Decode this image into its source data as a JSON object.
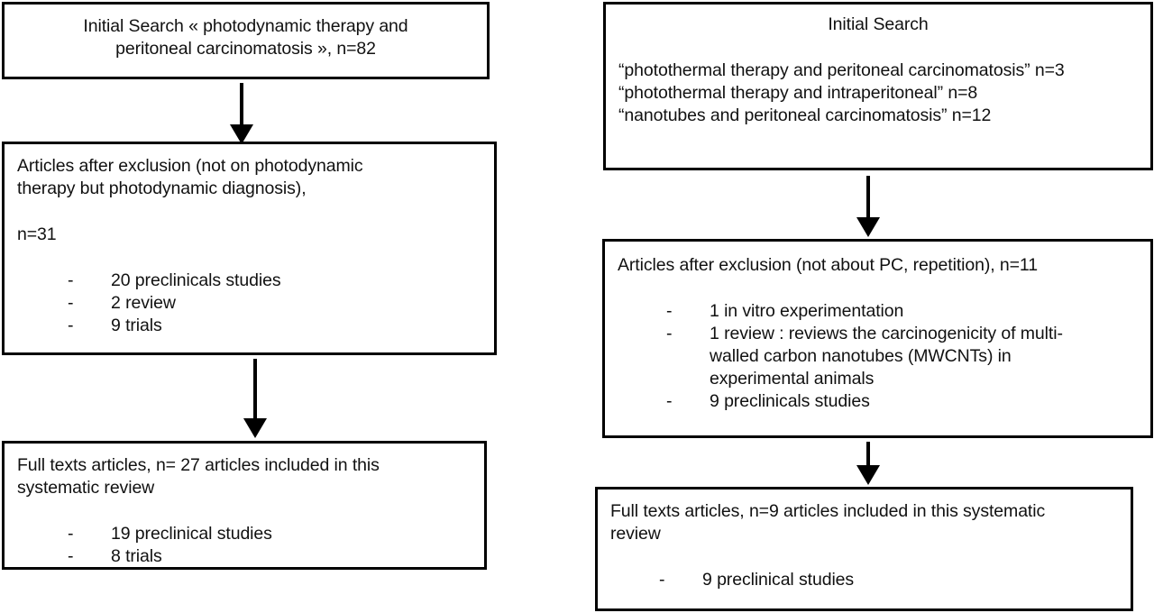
{
  "diagram": {
    "title": "Systematic review search flow (PRISMA-style)",
    "columns": [
      {
        "id": "left",
        "name": "photodynamic-therapy-branch",
        "boxes": [
          {
            "id": "left-initial-search",
            "align": "center",
            "lines": [
              "Initial Search « photodynamic therapy and",
              "peritoneal carcinomatosis », n=82"
            ],
            "bullets": []
          },
          {
            "id": "left-after-exclusion",
            "align": "left",
            "lines": [
              "Articles after exclusion (not on photodynamic",
              "therapy but photodynamic diagnosis),",
              "",
              "n=31"
            ],
            "bullets": [
              "20 preclinicals studies",
              "2 review",
              "9 trials"
            ]
          },
          {
            "id": "left-full-texts",
            "align": "left",
            "lines": [
              "Full texts articles, n= 27 articles included in this",
              "systematic review"
            ],
            "bullets": [
              "19 preclinical studies",
              "8 trials"
            ]
          }
        ]
      },
      {
        "id": "right",
        "name": "photothermal-therapy-branch",
        "boxes": [
          {
            "id": "right-initial-search",
            "align": "mixed",
            "heading": "Initial Search",
            "lines": [
              "“photothermal therapy and peritoneal carcinomatosis” n=3",
              "“photothermal therapy and intraperitoneal” n=8",
              "“nanotubes and peritoneal carcinomatosis” n=12"
            ],
            "bullets": []
          },
          {
            "id": "right-after-exclusion",
            "align": "left",
            "lines": [
              "Articles after exclusion (not about PC, repetition), n=11"
            ],
            "bullets": [
              "1 in vitro experimentation",
              "1 review : reviews the carcinogenicity of multi-walled carbon nanotubes (MWCNTs) in experimental animals",
              "9 preclinicals studies"
            ]
          },
          {
            "id": "right-full-texts",
            "align": "left",
            "lines": [
              "Full texts articles, n=9 articles included in this systematic",
              "review"
            ],
            "bullets": [
              "9 preclinical studies"
            ]
          }
        ]
      }
    ],
    "bullet_marker": "-",
    "arrows": [
      {
        "id": "left-arrow-1",
        "from": "left-initial-search",
        "to": "left-after-exclusion"
      },
      {
        "id": "left-arrow-2",
        "from": "left-after-exclusion",
        "to": "left-full-texts"
      },
      {
        "id": "right-arrow-1",
        "from": "right-initial-search",
        "to": "right-after-exclusion"
      },
      {
        "id": "right-arrow-2",
        "from": "right-after-exclusion",
        "to": "right-full-texts"
      }
    ],
    "colors": {
      "border": "#000000",
      "text": "#111111",
      "background": "#ffffff",
      "arrow": "#000000"
    }
  }
}
